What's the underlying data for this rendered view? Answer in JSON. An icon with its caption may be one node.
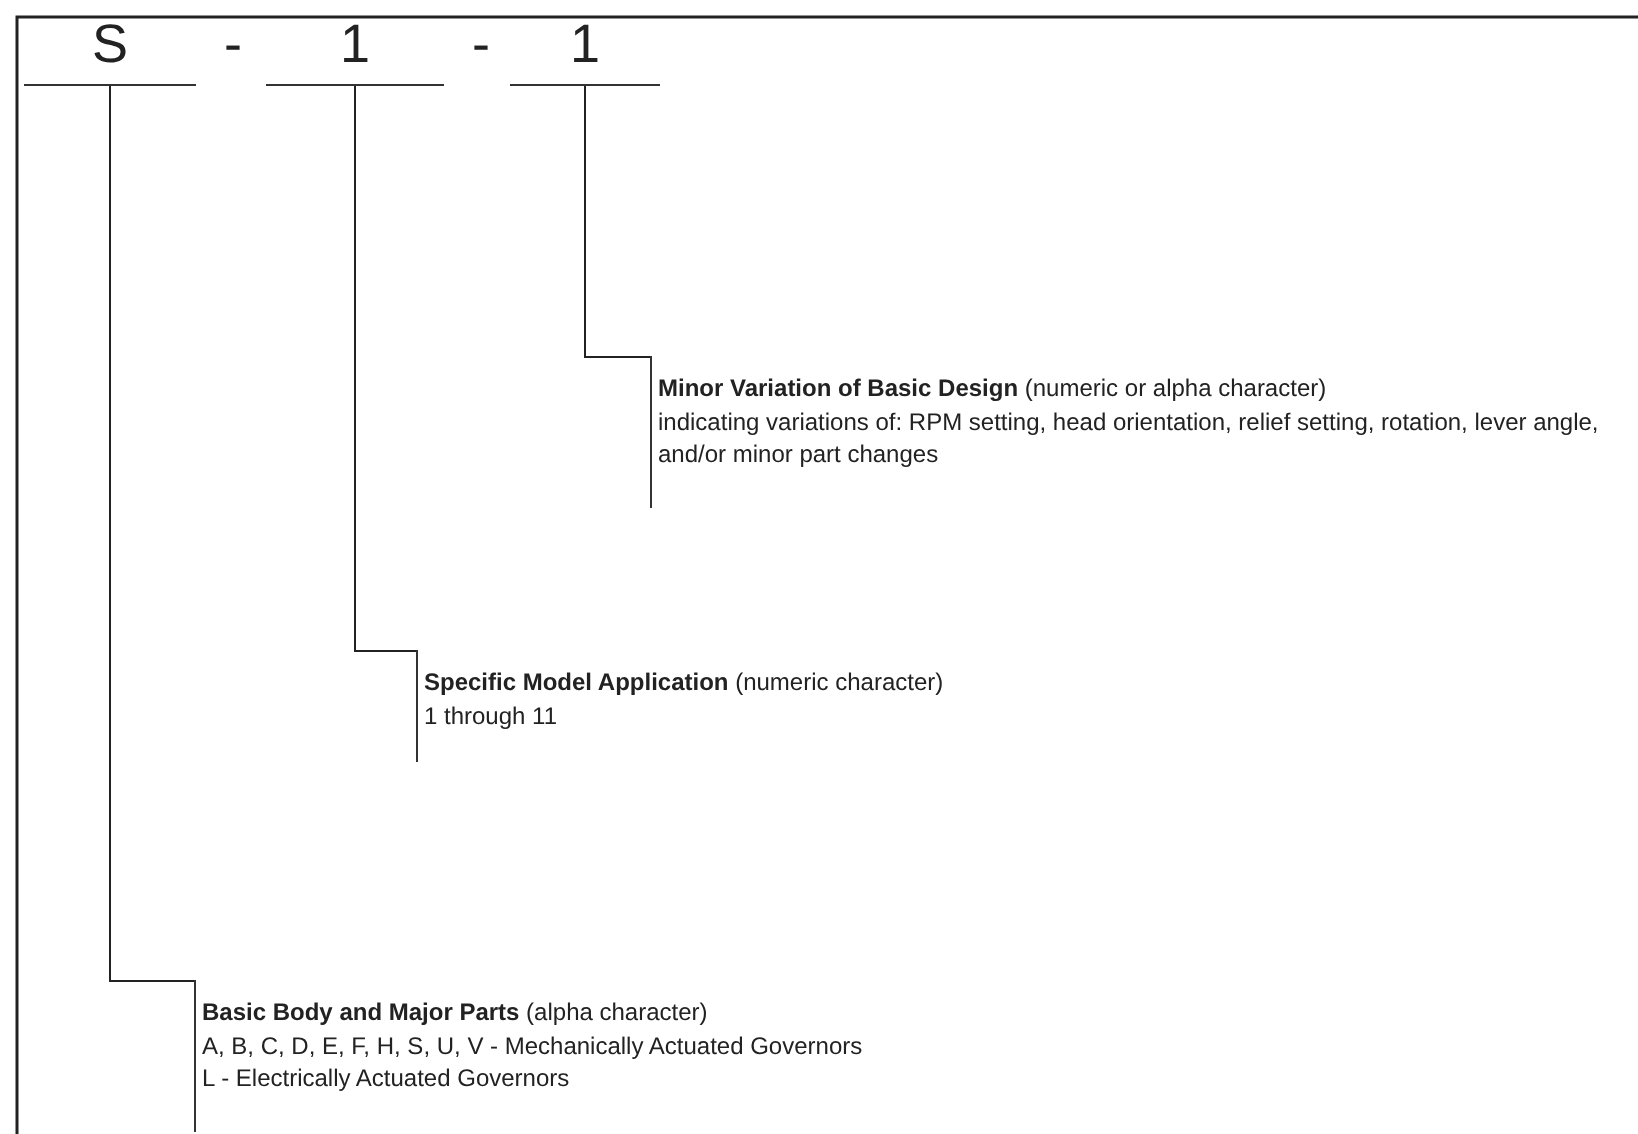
{
  "diagram": {
    "nodes": [
      {
        "text": [
          "S"
        ]
      },
      {
        "text": [
          "1"
        ]
      },
      {
        "text": [
          "1"
        ]
      },
      {
        "text": [
          "**Minor Variation of Basic Design** (numeric or alpha character)",
          "indicating variations of: RPM setting, head orientation, relief setting, rotation, lever angle, and/or minor part changes"
        ]
      },
      {
        "text": [
          "**Specific Model Application** (numeric character)",
          "1 through 11"
        ]
      },
      {
        "text": [
          "**Basic Body and Major Parts** (alpha character)",
          "A, B, C, D, E, F, H, S, U, V - Mechanically Actuated Governors",
          "L - Electrically Actuated Governors"
        ]
      }
    ],
    "edges": [
      {
        "from": 2,
        "to": 3,
        "arrow": "none"
      },
      {
        "from": 1,
        "to": 4,
        "arrow": "none"
      },
      {
        "from": 0,
        "to": 5,
        "arrow": "none"
      }
    ],
    "labels": [
      "-",
      "-"
    ]
  }
}
